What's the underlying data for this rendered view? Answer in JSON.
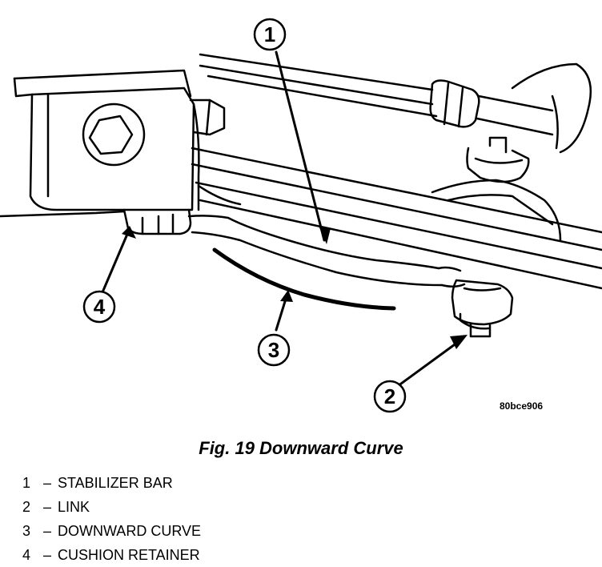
{
  "figure": {
    "callouts": [
      {
        "number": "1"
      },
      {
        "number": "2"
      },
      {
        "number": "3"
      },
      {
        "number": "4"
      }
    ],
    "image_code": "80bce906"
  },
  "caption": "Fig. 19 Downward Curve",
  "legend": [
    {
      "number": "1",
      "dash": "–",
      "label": "STABILIZER BAR"
    },
    {
      "number": "2",
      "dash": "–",
      "label": "LINK"
    },
    {
      "number": "3",
      "dash": "–",
      "label": "DOWNWARD CURVE"
    },
    {
      "number": "4",
      "dash": "–",
      "label": "CUSHION RETAINER"
    }
  ]
}
